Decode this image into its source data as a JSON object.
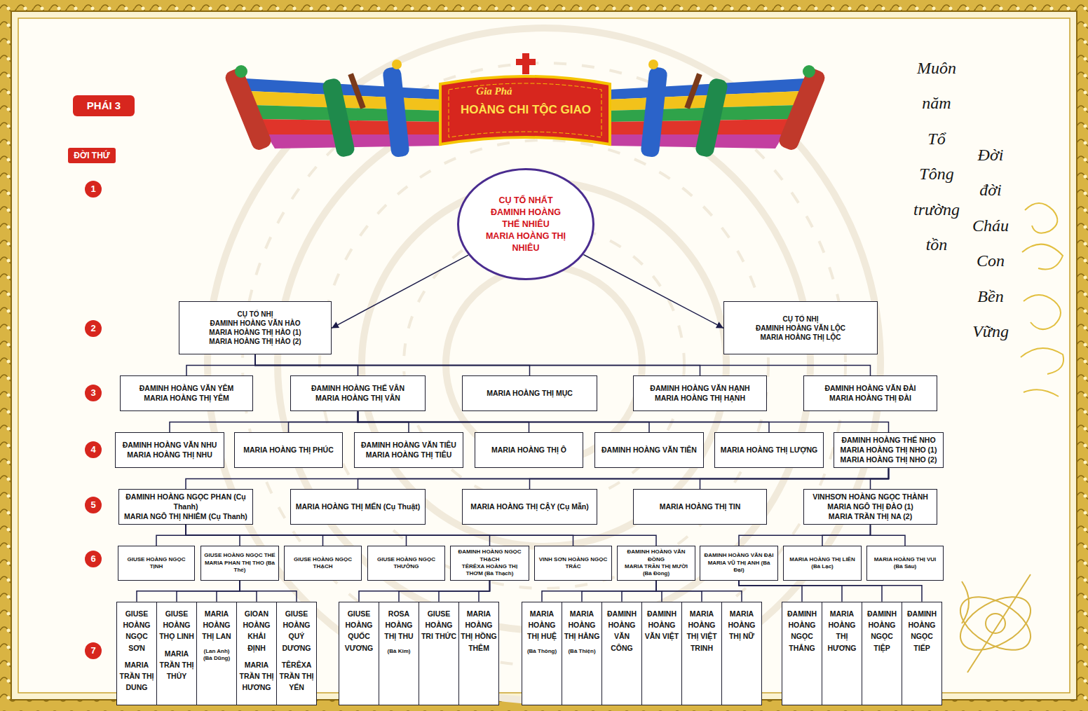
{
  "diagram": {
    "title": "HOÀNG CHI TỘC GIAO",
    "nodes": [
      {
        "text": [
          "CỤ TỔ NHẤT",
          "ĐAMINH HOÀNG THẾ NHIÊU",
          "MARIA HOÀNG THỊ NHIÊU"
        ]
      },
      {
        "text": [
          "CỤ TỔ NHỊ",
          "ĐAMINH HOÀNG VĂN HÀO",
          "MARIA HOÀNG THỊ HÀO (1)",
          "MARIA HOÀNG THỊ HÀO (2)"
        ]
      },
      {
        "text": [
          "CỤ TỔ NHỊ",
          "ĐAMINH HOÀNG VĂN LỘC",
          "MARIA HOÀNG THỊ LỘC"
        ]
      },
      {
        "text": [
          "ĐAMINH HOÀNG VĂN YÊM",
          "MARIA HOÀNG THỊ YÊM"
        ]
      },
      {
        "text": [
          "ĐAMINH HOÀNG THẾ VÂN",
          "MARIA HOÀNG THỊ VÂN"
        ]
      },
      {
        "text": [
          "MARIA HOÀNG THỊ MỤC"
        ]
      },
      {
        "text": [
          "ĐAMINH HOÀNG VĂN HẠNH",
          "MARIA HOÀNG THỊ HẠNH"
        ]
      },
      {
        "text": [
          "ĐAMINH HOÀNG VĂN ĐÀI",
          "MARIA HOÀNG THỊ ĐÀI"
        ]
      },
      {
        "text": [
          "ĐAMINH HOÀNG VĂN NHU",
          "MARIA HOÀNG THỊ NHU"
        ]
      },
      {
        "text": [
          "MARIA HOÀNG THỊ PHÚC"
        ]
      },
      {
        "text": [
          "ĐAMINH HOÀNG VĂN TIÊU",
          "MARIA HOÀNG THỊ TIÊU"
        ]
      },
      {
        "text": [
          "MARIA HOÀNG THỊ Ô"
        ]
      },
      {
        "text": [
          "ĐAMINH HOÀNG VĂN TIÊN"
        ]
      },
      {
        "text": [
          "MARIA HOÀNG THỊ LƯỢNG"
        ]
      },
      {
        "text": [
          "ĐAMINH HOÀNG THẾ NHO",
          "MARIA HOÀNG THỊ NHO (1)",
          "MARIA HOÀNG THỊ NHO (2)"
        ]
      },
      {
        "text": [
          "ĐAMINH HOÀNG NGỌC PHAN (Cụ Thanh)",
          "MARIA NGÔ THỊ NHIỄM (Cụ Thanh)"
        ]
      },
      {
        "text": [
          "MARIA HOÀNG THỊ MẾN (Cụ Thuật)"
        ]
      },
      {
        "text": [
          "MARIA HOÀNG THỊ CẬY (Cụ Mẫn)"
        ]
      },
      {
        "text": [
          "MARIA HOÀNG THỊ TIN"
        ]
      },
      {
        "text": [
          "VINHSƠN HOÀNG NGỌC THÀNH",
          "MARIA NGÔ THỊ ĐÀO (1)",
          "MARIA TRẦN THỊ NA (2)"
        ]
      },
      {
        "text": [
          "GIUSE HOÀNG NGỌC TỊNH"
        ]
      },
      {
        "text": [
          "GIUSE HOÀNG NGỌC THẾ",
          "MARIA PHAN THỊ THO (Bà Thế)"
        ]
      },
      {
        "text": [
          "GIUSE HOÀNG NGỌC THẠCH"
        ]
      },
      {
        "text": [
          "GIUSE HOÀNG NGỌC THƯỞNG"
        ]
      },
      {
        "text": [
          "ĐAMINH HOÀNG NGỌC THẠCH",
          "TÊRÊXA HOÀNG THỊ THƠM (Bà Thạch)"
        ]
      },
      {
        "text": [
          "VINH SƠN HOÀNG NGỌC TRÁC"
        ]
      },
      {
        "text": [
          "ĐAMINH HOÀNG VĂN ĐỒNG",
          "MARIA TRẦN THỊ MƯỜI (Bà Đồng)"
        ]
      },
      {
        "text": [
          "ĐAMINH HOÀNG VĂN ĐẠI",
          "MARIA VŨ THỊ ANH (Bà Đại)"
        ]
      },
      {
        "text": [
          "MARIA HOÀNG THỊ LIÊN (Bà Lạc)"
        ]
      },
      {
        "text": [
          "MARIA HOÀNG THỊ VUI (Bà Sáu)"
        ]
      },
      {
        "text": [
          "GIUSE HOÀNG NGỌC SƠN",
          "MARIA TRẦN THỊ DUNG"
        ]
      },
      {
        "text": [
          "GIUSE HOÀNG THỌ LINH",
          "MARIA TRẦN THỊ THỦY"
        ]
      },
      {
        "text": [
          "MARIA HOÀNG THỊ LAN",
          "(Lan Anh) (Bà Dũng)"
        ]
      },
      {
        "text": [
          "GIOAN HOÀNG KHẢI ĐỊNH",
          "MARIA TRẦN THỊ HƯƠNG"
        ]
      },
      {
        "text": [
          "GIUSE HOÀNG QUÝ DƯƠNG",
          "TÊRÊXA TRẦN THỊ YẾN"
        ]
      },
      {
        "text": [
          "GIUSE HOÀNG QUỐC VƯƠNG"
        ]
      },
      {
        "text": [
          "ROSA HOÀNG THỊ THU",
          "(Bà Kim)"
        ]
      },
      {
        "text": [
          "GIUSE HOÀNG TRI THỨC"
        ]
      },
      {
        "text": [
          "MARIA HOÀNG THỊ HỒNG THÊM"
        ]
      },
      {
        "text": [
          "MARIA HOÀNG THỊ HUỆ",
          "(Bà Thông)"
        ]
      },
      {
        "text": [
          "MARIA HOÀNG THỊ HẰNG",
          "(Bà Thiện)"
        ]
      },
      {
        "text": [
          "ĐAMINH HOÀNG VĂN CÔNG"
        ]
      },
      {
        "text": [
          "ĐAMINH HOÀNG VĂN VIỆT"
        ]
      },
      {
        "text": [
          "MARIA HOÀNG THỊ VIỆT TRINH"
        ]
      },
      {
        "text": [
          "MARIA HOÀNG THỊ NỮ"
        ]
      },
      {
        "text": [
          "ĐAMINH HOÀNG NGỌC THẮNG"
        ]
      },
      {
        "text": [
          "MARIA HOÀNG THỊ HƯƠNG"
        ]
      },
      {
        "text": [
          "ĐAMINH HOÀNG NGỌC TIỆP"
        ]
      },
      {
        "text": [
          "ĐAMINH HOÀNG NGỌC TIẾP"
        ]
      }
    ],
    "edges": [
      {
        "from": 0,
        "to": 1,
        "arrow": "to"
      },
      {
        "from": 0,
        "to": 2,
        "arrow": "to"
      },
      {
        "from": 1,
        "to": 3,
        "arrow": "none"
      },
      {
        "from": 1,
        "to": 4,
        "arrow": "none"
      },
      {
        "from": 1,
        "to": 5,
        "arrow": "none"
      },
      {
        "from": 1,
        "to": 6,
        "arrow": "none"
      },
      {
        "from": 1,
        "to": 7,
        "arrow": "none"
      },
      {
        "from": 4,
        "to": 8,
        "arrow": "none"
      },
      {
        "from": 4,
        "to": 9,
        "arrow": "none"
      },
      {
        "from": 4,
        "to": 10,
        "arrow": "none"
      },
      {
        "from": 4,
        "to": 11,
        "arrow": "none"
      },
      {
        "from": 4,
        "to": 12,
        "arrow": "none"
      },
      {
        "from": 4,
        "to": 13,
        "arrow": "none"
      },
      {
        "from": 4,
        "to": 14,
        "arrow": "none"
      },
      {
        "from": 14,
        "to": 15,
        "arrow": "none"
      },
      {
        "from": 14,
        "to": 16,
        "arrow": "none"
      },
      {
        "from": 14,
        "to": 17,
        "arrow": "none"
      },
      {
        "from": 14,
        "to": 18,
        "arrow": "none"
      },
      {
        "from": 14,
        "to": 19,
        "arrow": "none"
      },
      {
        "from": 15,
        "to": 20,
        "arrow": "none"
      },
      {
        "from": 15,
        "to": 21,
        "arrow": "none"
      },
      {
        "from": 15,
        "to": 22,
        "arrow": "none"
      },
      {
        "from": 15,
        "to": 23,
        "arrow": "none"
      },
      {
        "from": 15,
        "to": 24,
        "arrow": "none"
      },
      {
        "from": 15,
        "to": 25,
        "arrow": "none"
      },
      {
        "from": 15,
        "to": 26,
        "arrow": "none"
      },
      {
        "from": 19,
        "to": 27,
        "arrow": "none"
      },
      {
        "from": 19,
        "to": 28,
        "arrow": "none"
      },
      {
        "from": 19,
        "to": 29,
        "arrow": "none"
      },
      {
        "from": 21,
        "to": 30,
        "arrow": "none"
      },
      {
        "from": 21,
        "to": 31,
        "arrow": "none"
      },
      {
        "from": 21,
        "to": 32,
        "arrow": "none"
      },
      {
        "from": 21,
        "to": 33,
        "arrow": "none"
      },
      {
        "from": 21,
        "to": 34,
        "arrow": "none"
      },
      {
        "from": 24,
        "to": 35,
        "arrow": "none"
      },
      {
        "from": 24,
        "to": 36,
        "arrow": "none"
      },
      {
        "from": 24,
        "to": 37,
        "arrow": "none"
      },
      {
        "from": 24,
        "to": 38,
        "arrow": "none"
      },
      {
        "from": 26,
        "to": 39,
        "arrow": "none"
      },
      {
        "from": 26,
        "to": 40,
        "arrow": "none"
      },
      {
        "from": 26,
        "to": 41,
        "arrow": "none"
      },
      {
        "from": 26,
        "to": 42,
        "arrow": "none"
      },
      {
        "from": 26,
        "to": 43,
        "arrow": "none"
      },
      {
        "from": 26,
        "to": 44,
        "arrow": "none"
      },
      {
        "from": 27,
        "to": 45,
        "arrow": "none"
      },
      {
        "from": 27,
        "to": 46,
        "arrow": "none"
      },
      {
        "from": 27,
        "to": 47,
        "arrow": "none"
      },
      {
        "from": 27,
        "to": 48,
        "arrow": "none"
      }
    ],
    "labels": [
      "Gia Phả",
      "PHÁI 3",
      "ĐỜI THỨ",
      "1",
      "2",
      "3",
      "4",
      "5",
      "6",
      "7",
      "Muôn năm Tổ Tông trường tồn",
      "Đời đời Cháu Con Bền Vững"
    ]
  }
}
